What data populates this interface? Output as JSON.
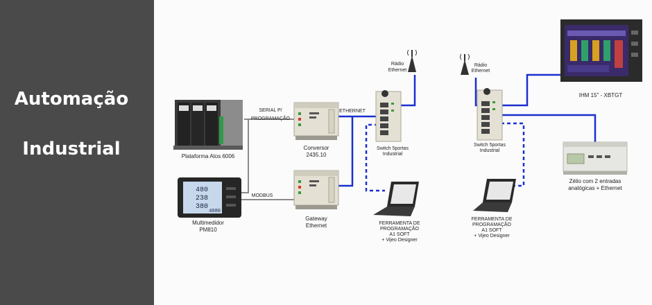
{
  "sidebar": {
    "line1": "Automação",
    "line2": "Industrial"
  },
  "diagram": {
    "plataforma": "Plataforma Atos 6006",
    "serial_line1": "SERIAL P/",
    "serial_line2": "PROGRAMAÇÃO",
    "conversor_line1": "Conversor",
    "conversor_line2": "2435.10",
    "ethernet": "ETHERNET",
    "modbus": "MODBUS",
    "gateway_line1": "Gateway",
    "gateway_line2": "Ethernet",
    "multimedidor_line1": "Multimedidor",
    "multimedidor_line2": "PM810",
    "meter_readings": [
      "480",
      "238",
      "380",
      "4080"
    ],
    "radio1_line1": "Rádio",
    "radio1_line2": "Ethernet",
    "radio2_line1": "Rádio",
    "radio2_line2": "Ethernet",
    "switch1_line1": "Switch 5portas",
    "switch1_line2": "Industrial",
    "switch2_line1": "Switch 5portas",
    "switch2_line2": "Industrial",
    "tool1_line1": "FERRAMENTA DE",
    "tool1_line2": "PROGRAMAÇÃO",
    "tool1_line3": "A1 SOFT",
    "tool1_line4": "+ Vijeo Designer",
    "tool2_line1": "FERRAMENTA DE",
    "tool2_line2": "PROGRAMAÇÃO",
    "tool2_line3": "A1 SOFT",
    "tool2_line4": "+ Vijeo Designer",
    "ihm": "IHM 15\" - XBTGT",
    "zelio_line1": "Zélio com 2 entradas",
    "zelio_line2": "analógicas + Ethernet"
  },
  "colors": {
    "sidebar": "#4a4a4a",
    "ethernet_link": "#1a2fd0",
    "serial_link": "#8a8a8a",
    "device_body": "#e4e1d4"
  }
}
